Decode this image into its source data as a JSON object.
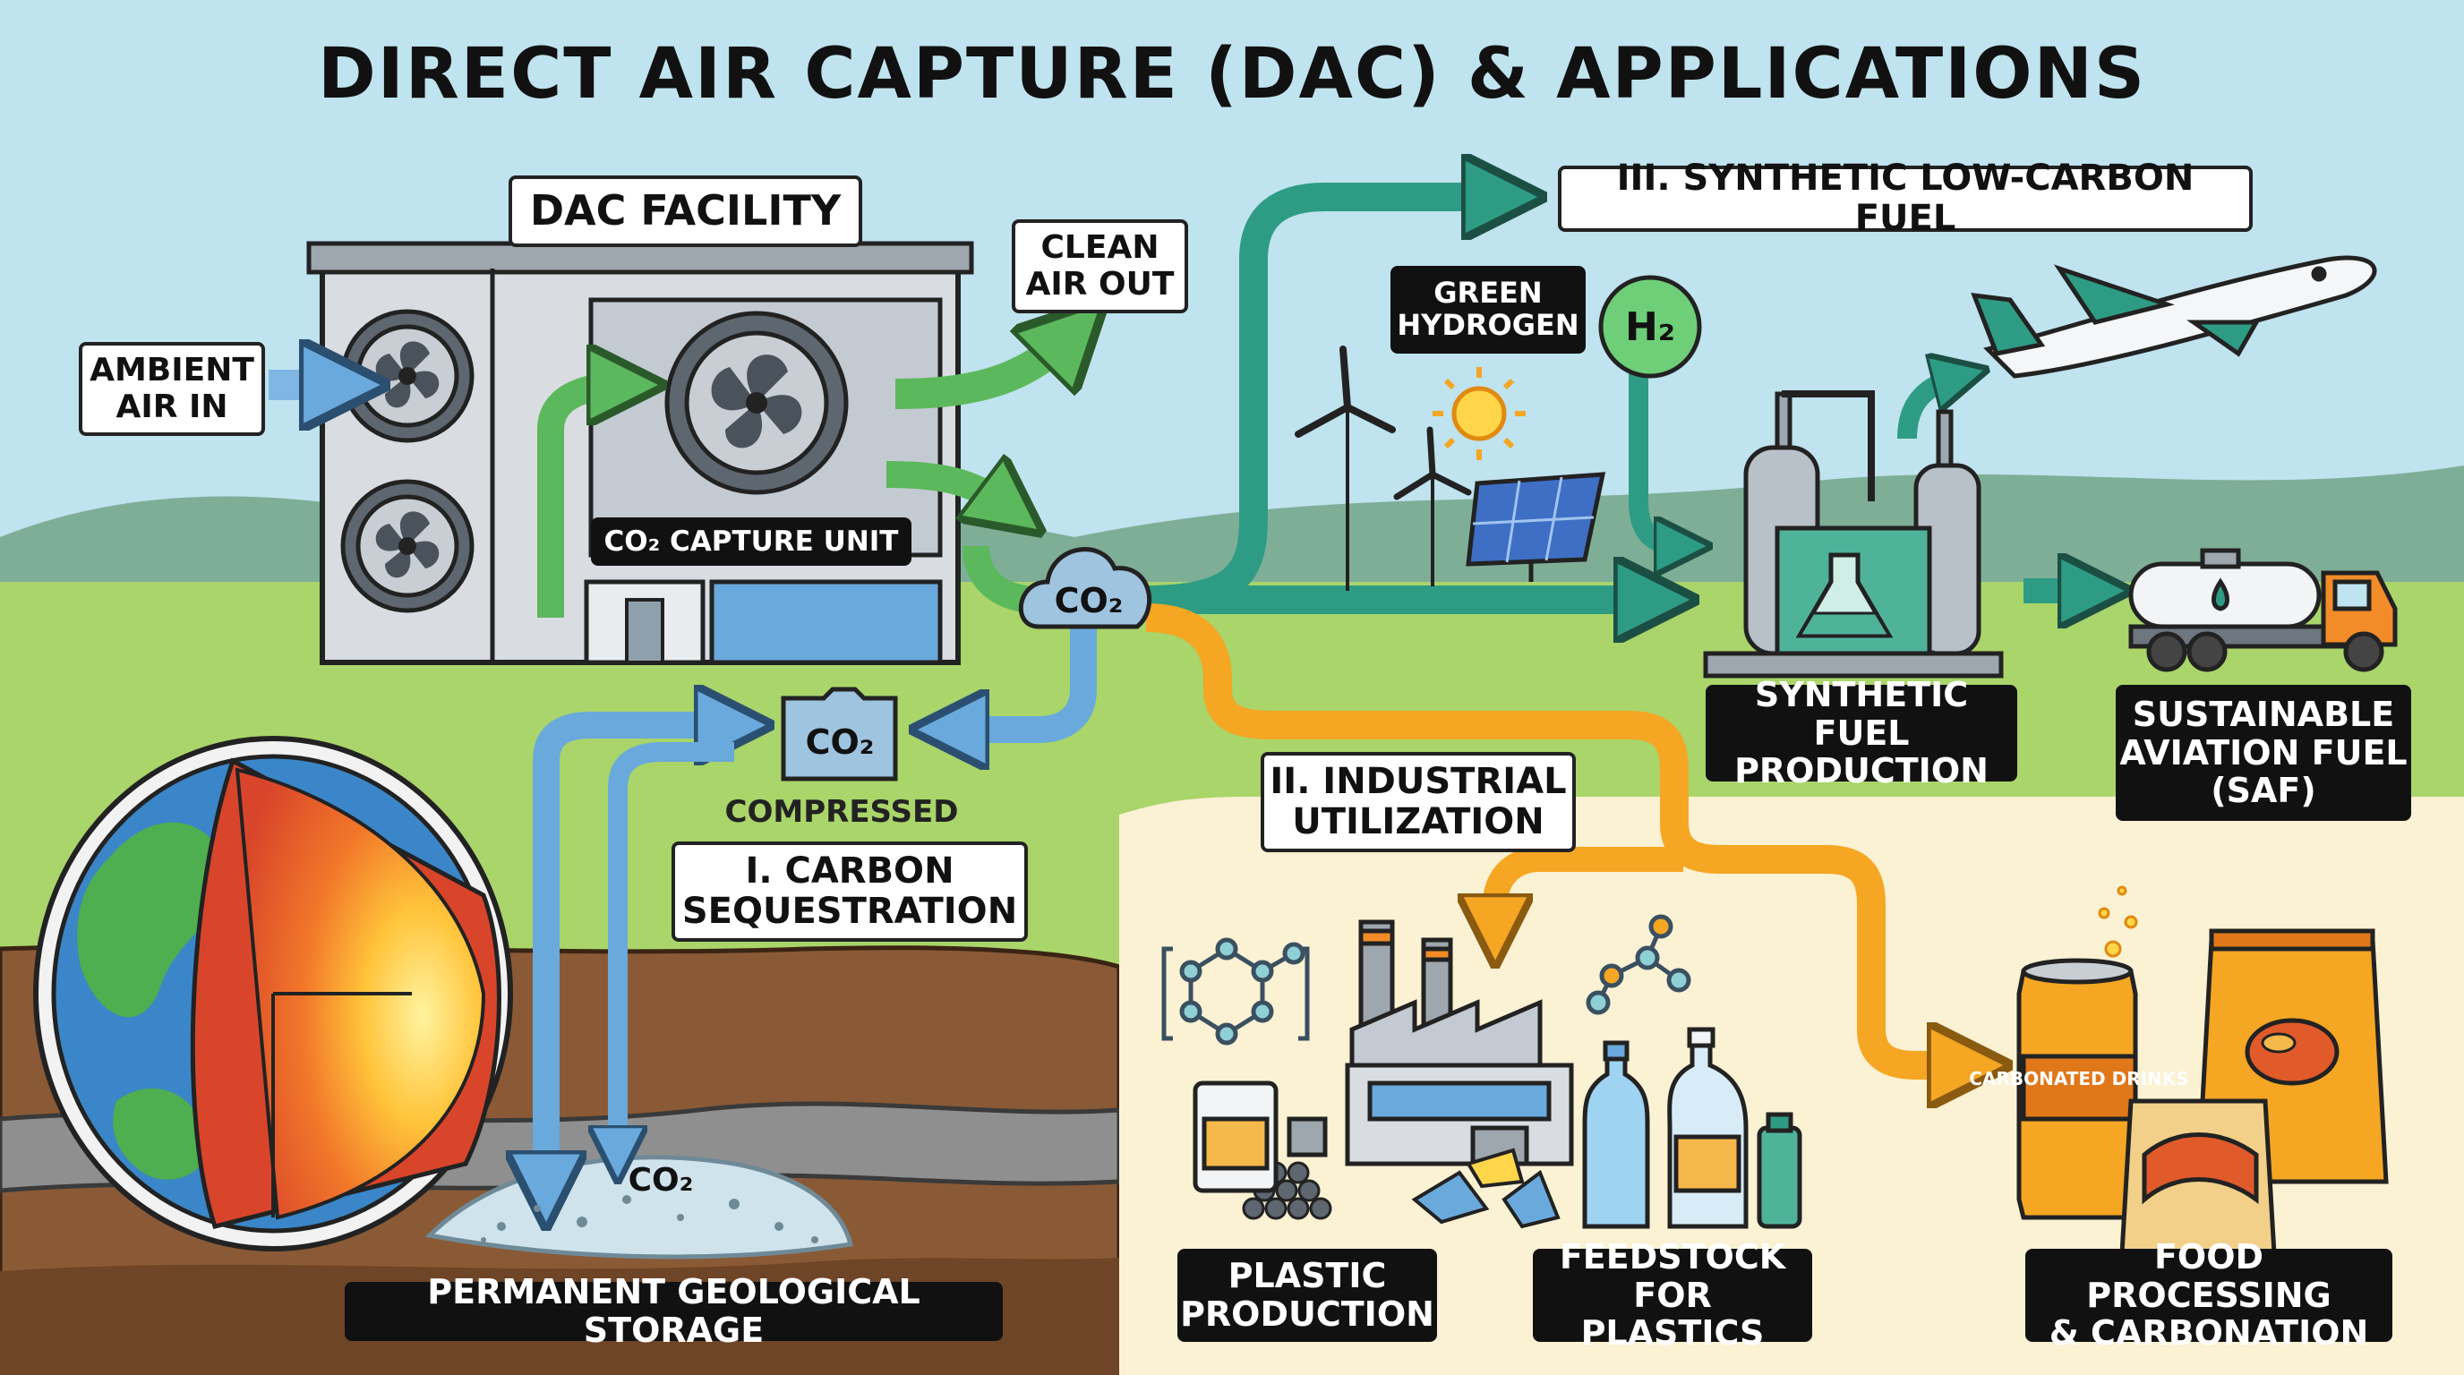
{
  "title": "DIRECT AIR CAPTURE (DAC) & APPLICATIONS",
  "labels": {
    "dac_facility": "DAC FACILITY",
    "ambient_air_in": "AMBIENT\nAIR IN",
    "clean_air_out": "CLEAN\nAIR OUT",
    "co2_capture_unit": "CO₂ CAPTURE UNIT",
    "co2": "CO₂",
    "co2_compressed_box": "CO₂",
    "compressed": "COMPRESSED",
    "co2_underground": "CO₂",
    "carbon_sequestration": "I. CARBON\nSEQUESTRATION",
    "permanent_storage": "PERMANENT GEOLOGICAL STORAGE",
    "synthetic_fuel_title": "III. SYNTHETIC LOW-CARBON FUEL",
    "green_hydrogen": "GREEN\nHYDROGEN",
    "h2": "H₂",
    "synthetic_fuel_production": "SYNTHETIC FUEL\nPRODUCTION",
    "saf": "SUSTAINABLE\nAVIATION FUEL\n(SAF)",
    "industrial_utilization": "II. INDUSTRIAL\nUTILIZATION",
    "plastic_production": "PLASTIC\nPRODUCTION",
    "feedstock_plastics": "FEEDSTOCK\nFOR PLASTICS",
    "food_processing": "FOOD PROCESSING\n& CARBONATION",
    "carbonated_drinks": "CARBONATED\nDRINKS"
  },
  "colors": {
    "sky": "#bfe3ef",
    "grass": "#a9d56a",
    "soil": "#8a5a36",
    "panel_cream": "#fbf1d3",
    "green_flow": "#5cb85c",
    "teal_flow": "#2e9c84",
    "blue_flow": "#6aa9dc",
    "orange_flow": "#f5a623",
    "label_dark": "#111111"
  }
}
